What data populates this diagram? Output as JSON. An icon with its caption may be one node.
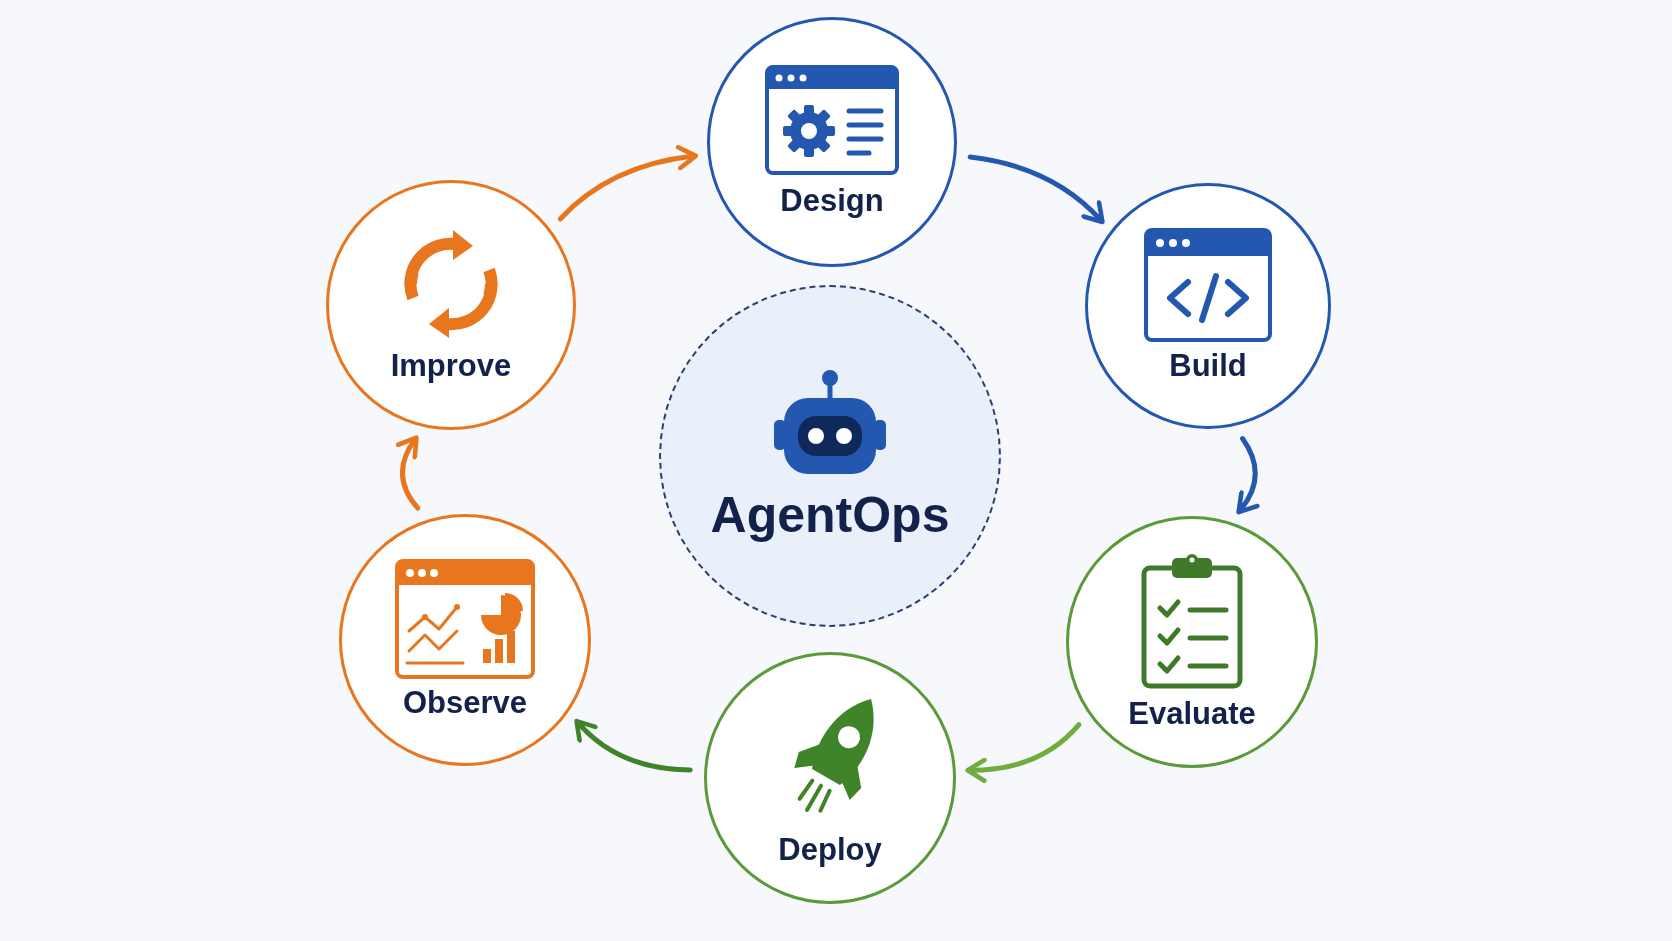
{
  "diagram": {
    "nodes": [
      {
        "text": [
          "AgentOps"
        ]
      },
      {
        "text": [
          "Design"
        ]
      },
      {
        "text": [
          "Build"
        ]
      },
      {
        "text": [
          "Evaluate"
        ]
      },
      {
        "text": [
          "Deploy"
        ]
      },
      {
        "text": [
          "Observe"
        ]
      },
      {
        "text": [
          "Improve"
        ]
      }
    ],
    "edges": [
      {
        "from": 1,
        "to": 2,
        "arrow": "to",
        "color": "#2357b0"
      },
      {
        "from": 2,
        "to": 3,
        "arrow": "to",
        "color": "#2357b0"
      },
      {
        "from": 3,
        "to": 4,
        "arrow": "to",
        "color": "#6fae3e"
      },
      {
        "from": 4,
        "to": 5,
        "arrow": "to",
        "color": "#3f8428"
      },
      {
        "from": 5,
        "to": 6,
        "arrow": "to",
        "color": "#e8761e"
      },
      {
        "from": 6,
        "to": 1,
        "arrow": "to",
        "color": "#e8761e"
      }
    ]
  }
}
